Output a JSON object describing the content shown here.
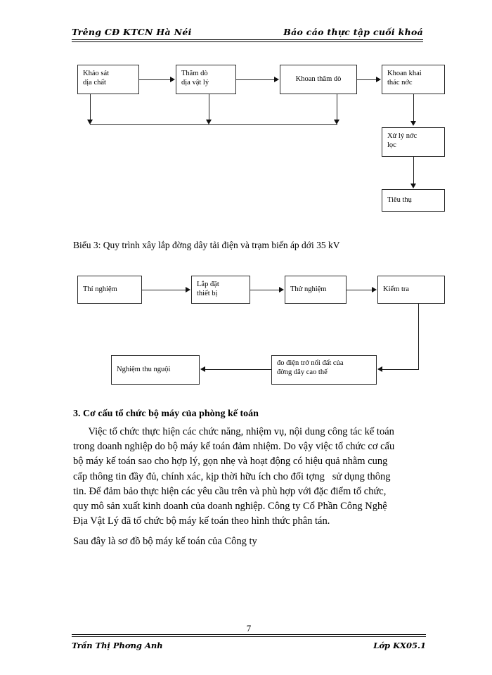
{
  "header": {
    "left": "Trêng  CĐ KTCN Hà Néi",
    "right": "Báo cáo thực tập cuối khoá"
  },
  "flowchart_1": {
    "boxes": [
      {
        "id": "khao-sat-dia-chat",
        "lines": "Khảo sát\ndịa chất"
      },
      {
        "id": "tham-do-dia-vat-ly",
        "lines": "Thăm dò\ndịa vật lý"
      },
      {
        "id": "khoan-tham-do",
        "lines": "Khoan thăm dò"
      },
      {
        "id": "khoan-khai-thac-noc",
        "lines": "Khoan khai\nthác nớc"
      },
      {
        "id": "xu-ly-noc-loc",
        "lines": "Xử lý  nớc\nlọc"
      },
      {
        "id": "tieu-thu",
        "lines": "Tiêu thụ"
      }
    ]
  },
  "caption_bieu_3": "Biểu 3: Quy trình xây lắp đờng  dây tải điện và trạm biến áp dới  35 kV",
  "flowchart_2": {
    "boxes": [
      {
        "id": "thi-nghiem",
        "lines": "Thí nghiệm"
      },
      {
        "id": "lap-dat-thiet-bi",
        "lines": "Lắp đặt\nthiết bị"
      },
      {
        "id": "thu-nghiem",
        "lines": "Thử nghiệm"
      },
      {
        "id": "kiem-tra",
        "lines": "Kiểm tra"
      },
      {
        "id": "nghiem-thu-nguoi",
        "lines": "Nghiệm thu nguội"
      },
      {
        "id": "do-dien-tro",
        "lines": "đo điện trở nối đất của\nđờng  dây cao thế"
      }
    ]
  },
  "section": {
    "heading": "3. Cơ cấu tổ chức bộ máy của phòng kế toán",
    "paragraph_lines": [
      "      Việc tổ chức thực hiện các chức năng, nhiệm vụ, nội dung công tác kế toán",
      "trong doanh nghiệp do bộ máy kế toán đảm nhiệm. Do vậy việc tổ chức cơ cấu",
      "bộ máy kế toán sao cho hợp lý, gọn nhẹ và hoạt động có hiệu quả nhằm cung",
      "cấp thông tin đầy đủ, chính xác, kịp thời hữu ích cho đối tợng   sử dụng thông",
      "tin. Để đảm bảo thực hiện các yêu cầu trên và phù hợp với đặc điểm tổ chức,",
      "quy mô sản xuất kinh doanh của doanh nghiệp. Công ty Cổ Phần Công Nghệ",
      "Địa Vật Lý đã tổ chức bộ máy kế toán theo hình thức phân tán."
    ],
    "closing_line": "Sau đây là sơ đồ bộ máy kế toán của Công ty"
  },
  "footer": {
    "left": "Trần Thị Phơng  Anh",
    "page_number": "7",
    "right": "Lớp KX05.1"
  }
}
